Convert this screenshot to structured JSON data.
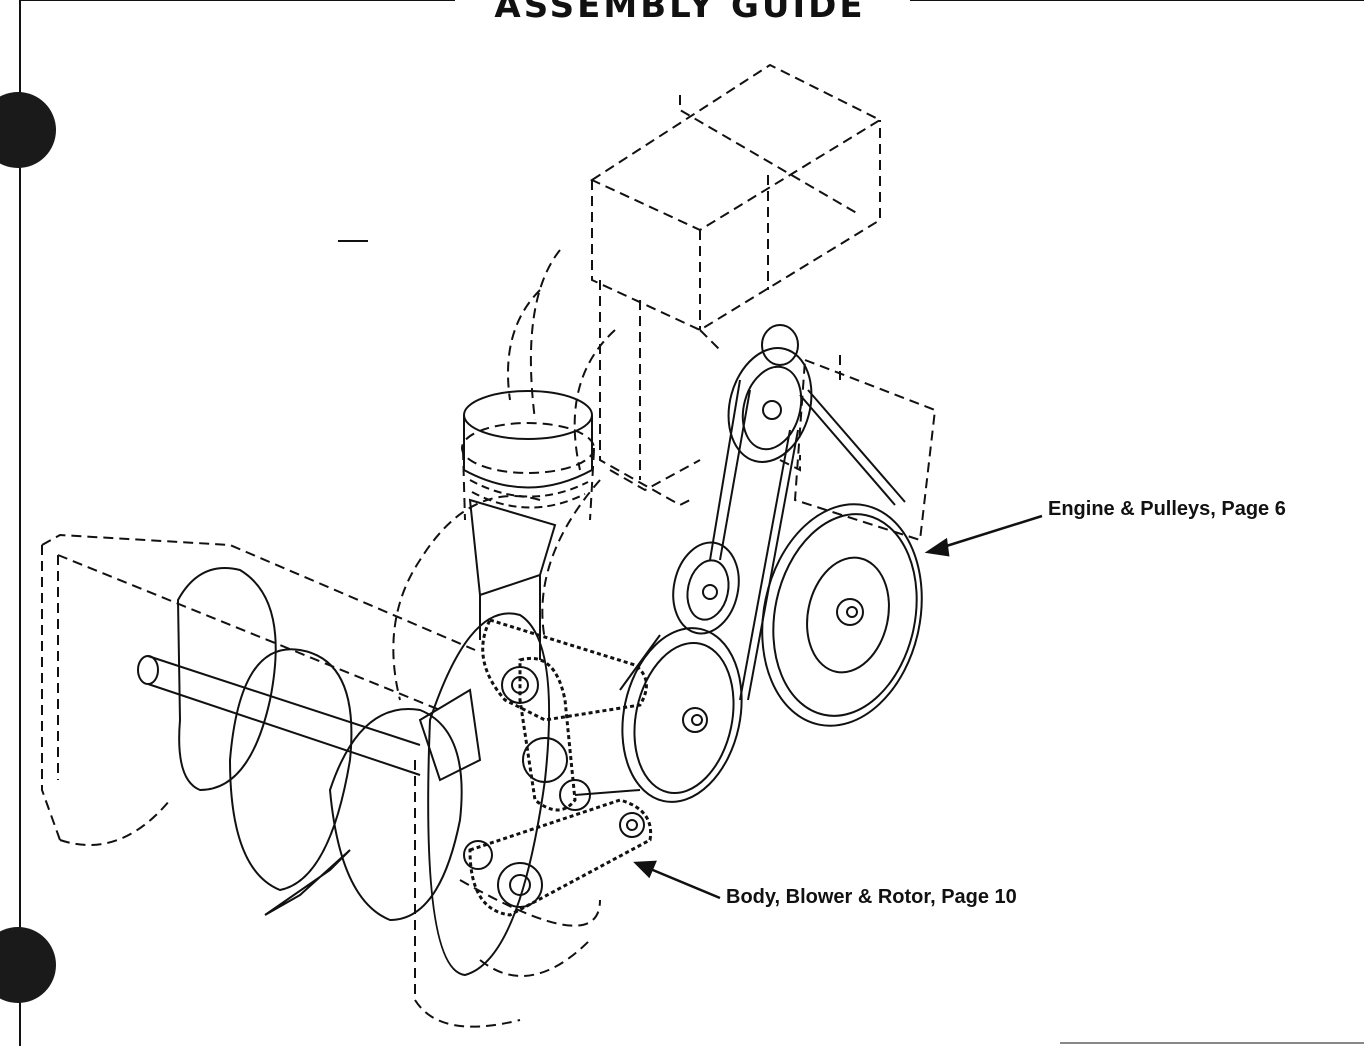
{
  "page": {
    "title": "ASSEMBLY GUIDE"
  },
  "callouts": [
    {
      "id": "engine-pulleys",
      "label": "Engine & Pulleys, Page 6"
    },
    {
      "id": "body-blower-rotor",
      "label": "Body, Blower & Rotor, Page 10"
    }
  ],
  "colors": {
    "ink": "#111111",
    "hole_punch": "#1a1a1a",
    "background": "#ffffff"
  }
}
